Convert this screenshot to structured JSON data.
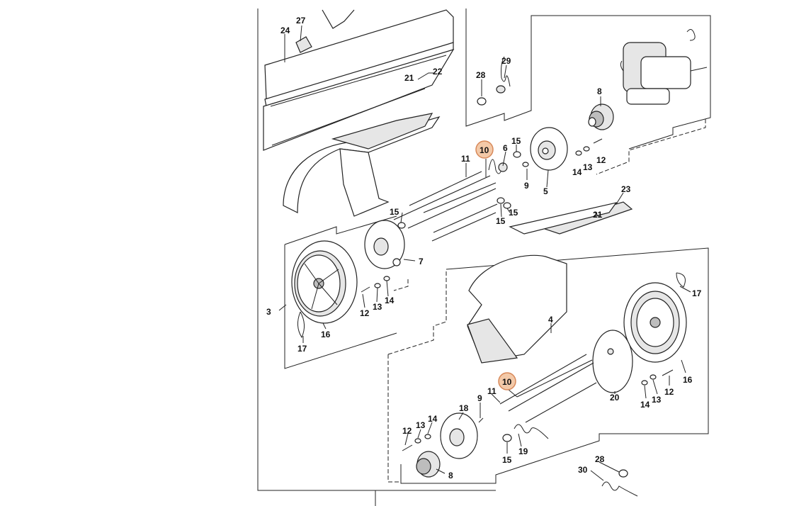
{
  "callouts": {
    "c24": "24",
    "c27": "27",
    "c21a": "21",
    "c22": "22",
    "c28a": "28",
    "c29": "29",
    "c8a": "8",
    "c10a": "10",
    "c11a": "11",
    "c6": "6",
    "c15a": "15",
    "c9a": "9",
    "c5": "5",
    "c14a": "14",
    "c13a": "13",
    "c12a": "12",
    "c15b": "15",
    "c15c": "15",
    "c15d": "15",
    "c7": "7",
    "c21b": "21",
    "c23": "23",
    "c3": "3",
    "c12b": "12",
    "c13b": "13",
    "c14b": "14",
    "c16a": "16",
    "c17a": "17",
    "c17b": "17",
    "c4": "4",
    "c16b": "16",
    "c12c": "12",
    "c13c": "13",
    "c14c": "14",
    "c20": "20",
    "c10b": "10",
    "c11b": "11",
    "c9b": "9",
    "c18": "18",
    "c14d": "14",
    "c13d": "13",
    "c12d": "12",
    "c19": "19",
    "c15e": "15",
    "c8b": "8",
    "c28b": "28",
    "c30": "30"
  },
  "highlight_color": "#f3c9a8"
}
